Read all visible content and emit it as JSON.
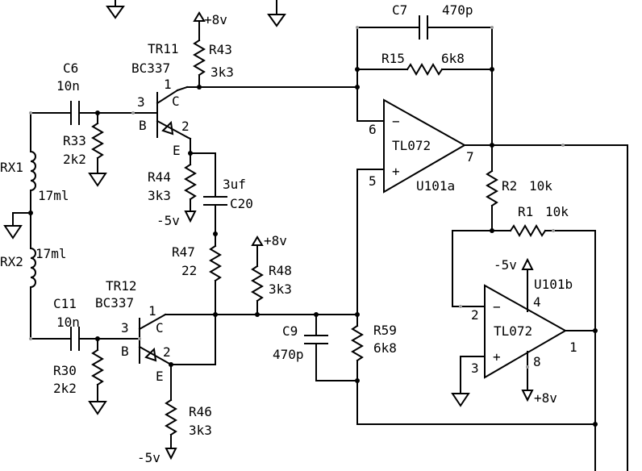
{
  "supply": {
    "plus": "+8v",
    "minus": "-5v"
  },
  "inductors": [
    {
      "ref": "RX1",
      "value": "17ml"
    },
    {
      "ref": "RX2",
      "value": "17ml"
    }
  ],
  "transistors": [
    {
      "ref": "TR11",
      "part": "BC337",
      "pin_c": "1",
      "pin_b": "3",
      "pin_e": "2",
      "label_c": "C",
      "label_b": "B",
      "label_e": "E"
    },
    {
      "ref": "TR12",
      "part": "BC337",
      "pin_c": "1",
      "pin_b": "3",
      "pin_e": "2",
      "label_c": "C",
      "label_b": "B",
      "label_e": "E"
    }
  ],
  "capacitors": [
    {
      "ref": "C6",
      "value": "10n"
    },
    {
      "ref": "C11",
      "value": "10n"
    },
    {
      "ref": "C7",
      "value": "470p"
    },
    {
      "ref": "C9",
      "value": "470p"
    },
    {
      "ref": "C20",
      "value": "3uf"
    }
  ],
  "resistors": [
    {
      "ref": "R43",
      "value": "3k3"
    },
    {
      "ref": "R33",
      "value": "2k2"
    },
    {
      "ref": "R44",
      "value": "3k3"
    },
    {
      "ref": "R47",
      "value": "22"
    },
    {
      "ref": "R48",
      "value": "3k3"
    },
    {
      "ref": "R30",
      "value": "2k2"
    },
    {
      "ref": "R46",
      "value": "3k3"
    },
    {
      "ref": "R15",
      "value": "6k8"
    },
    {
      "ref": "R59",
      "value": "6k8"
    },
    {
      "ref": "R2",
      "value": "10k"
    },
    {
      "ref": "R1",
      "value": "10k"
    }
  ],
  "opamps": [
    {
      "ref": "U101a",
      "part": "TL072",
      "pin_inv": "6",
      "pin_noninv": "5",
      "pin_out": "7",
      "sign_minus": "−",
      "sign_plus": "+"
    },
    {
      "ref": "U101b",
      "part": "TL072",
      "pin_inv": "2",
      "pin_noninv": "3",
      "pin_out": "1",
      "pin_vneg": "4",
      "pin_vpos": "8",
      "sign_minus": "−",
      "sign_plus": "+"
    }
  ]
}
